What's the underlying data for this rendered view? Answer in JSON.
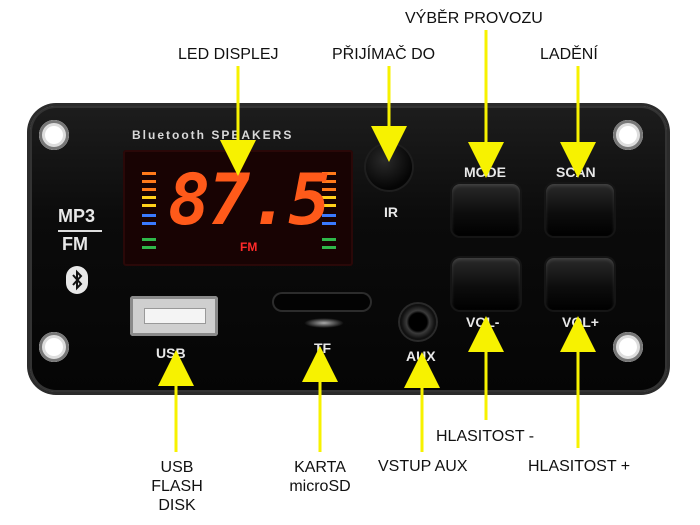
{
  "panel": {
    "brand_text": "Bluetooth SPEAKERS",
    "logo_top": "MP3",
    "logo_bottom": "FM",
    "bluetooth_icon": "bluetooth-icon",
    "display": {
      "frequency": "87.5",
      "band": "FM",
      "digit_color": "#ff5a1a",
      "band_color": "#ff2a2a"
    },
    "labels": {
      "ir": "IR",
      "mode": "MODE",
      "scan": "SCAN",
      "vol_minus": "VOL-",
      "vol_plus": "VOL+",
      "usb": "USB",
      "tf": "TF",
      "aux": "AUX"
    }
  },
  "callouts": {
    "led": "LED DISPLEJ",
    "ir": "PŘIJÍMAČ DO",
    "mode": "VÝBĚR PROVOZU",
    "scan": "LADĚNÍ",
    "vol_minus": "HLASITOST -",
    "vol_plus": "HLASITOST +",
    "usb": [
      "USB",
      "FLASH",
      "DISK"
    ],
    "tf": [
      "KARTA",
      "microSD"
    ],
    "aux": "VSTUP AUX"
  },
  "colors": {
    "arrow": "#f7f200",
    "panel": "#121212"
  }
}
